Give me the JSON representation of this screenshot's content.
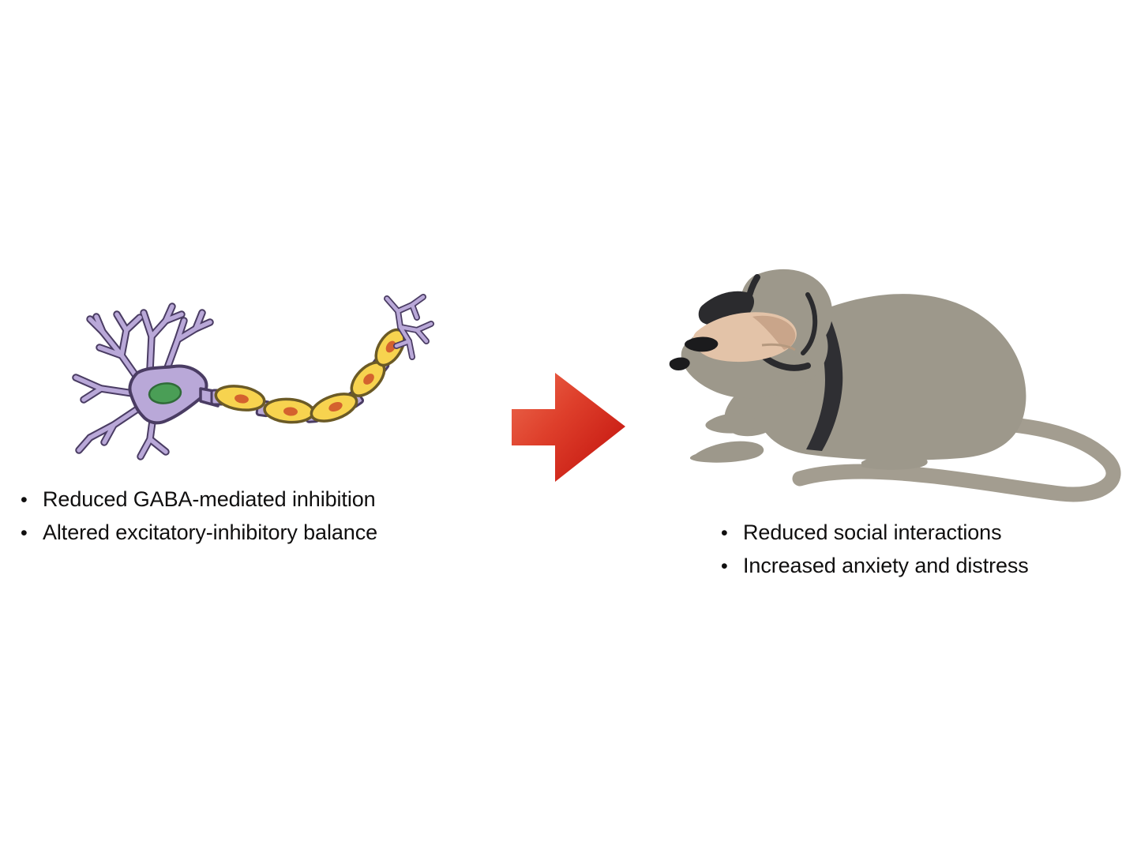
{
  "slide": {
    "background_color": "#ffffff",
    "text_color": "#100f0f"
  },
  "left_panel": {
    "figure": {
      "name": "neuron-illustration",
      "description": "Myelinated neuron with dendrites, soma, axon and terminals",
      "parts": [
        "dendrites",
        "soma",
        "nucleus",
        "axon",
        "myelin-sheath",
        "node-of-ranvier",
        "axon-terminals"
      ],
      "colors": {
        "soma": "#b9a8d8",
        "soma_outline": "#4a3c63",
        "nucleus": "#4a9e56",
        "nucleus_outline": "#2f6b38",
        "myelin": "#f7d34f",
        "myelin_outline": "#6b5a26",
        "myelin_nucleus": "#d4622e",
        "node": "#b9a8d8"
      },
      "myelin_segment_count": 5
    },
    "bullets": [
      {
        "marker": "•",
        "text": "Reduced GABA-mediated inhibition"
      },
      {
        "marker": "•",
        "text": "Altered excitatory-inhibitory balance"
      }
    ]
  },
  "arrow": {
    "name": "rightward-block-arrow",
    "direction": "right",
    "gradient_start": "#ec6a4e",
    "gradient_end": "#c4150f",
    "mid_color": "#d9301f"
  },
  "right_panel": {
    "figure": {
      "name": "mouse-illustration",
      "description": "Side view of a crouching grey laboratory mouse with long curling tail",
      "parts": [
        "nose",
        "eye",
        "ear",
        "inner-ear",
        "body",
        "front-paw",
        "hind-leg",
        "tail"
      ],
      "colors": {
        "body": "#9d988b",
        "body_light": "#a8a396",
        "ear_dark": "#2b2b2e",
        "inner_ear": "#e3c3a8",
        "inner_ear_shade": "#c9a58a",
        "nose": "#1b1b1d",
        "eye": "#1b1b1d",
        "tail": "#a39d90",
        "flank_shadow": "#2f2f33"
      }
    },
    "bullets": [
      {
        "marker": "•",
        "text": "Reduced social interactions"
      },
      {
        "marker": "•",
        "text": "Increased anxiety and distress"
      }
    ]
  }
}
